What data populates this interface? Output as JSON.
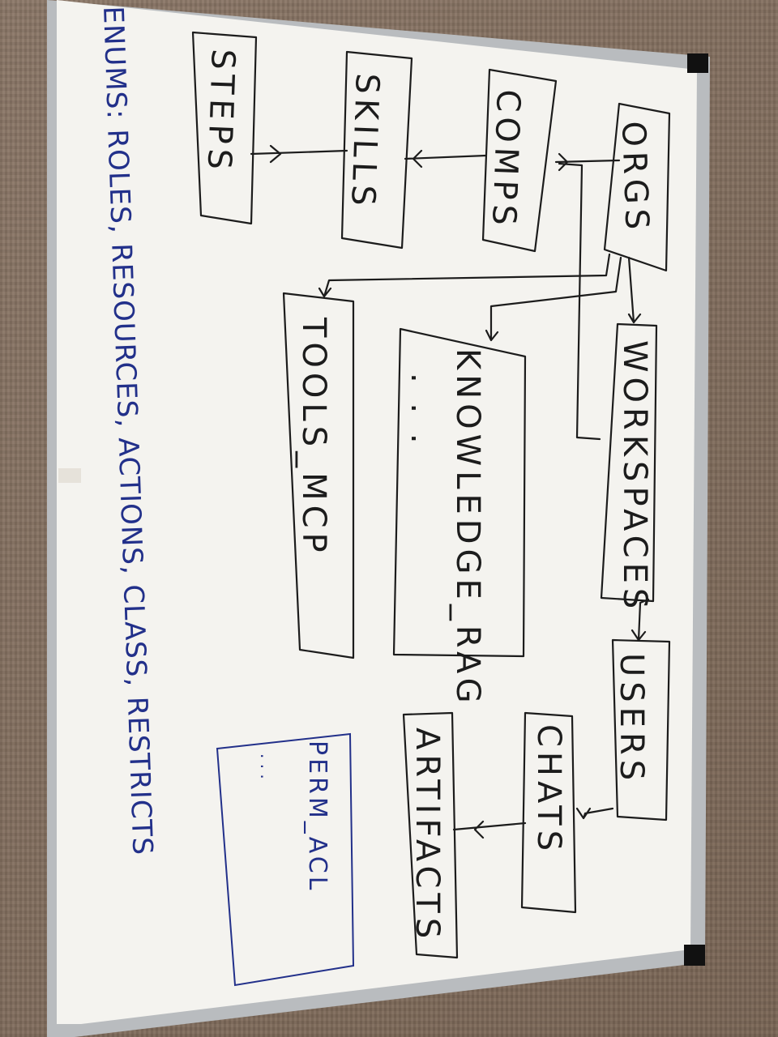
{
  "boxes": {
    "orgs": "ORGS",
    "comps": "COMPS",
    "skills": "SKILLS",
    "steps": "STEPS",
    "workspaces": "WORKSPACES",
    "users": "USERS",
    "chats": "CHATS",
    "artifacts": "ARTIFACTS",
    "knowledge_rag": "KNOWLEDGE_RAG",
    "tools_mcp": "TOOLS_MCP",
    "perm_acl": "PERM_ACL"
  },
  "enums_note": "ENUMS: ROLES, RESOURCES, ACTIONS, CLASS, RESTRICTS",
  "placeholder_dots": ". . .",
  "colors": {
    "ink": "#1c1c1c",
    "blue_ink": "#22308a",
    "board": "#f4f3ef",
    "frame": "#b9bcbf"
  }
}
